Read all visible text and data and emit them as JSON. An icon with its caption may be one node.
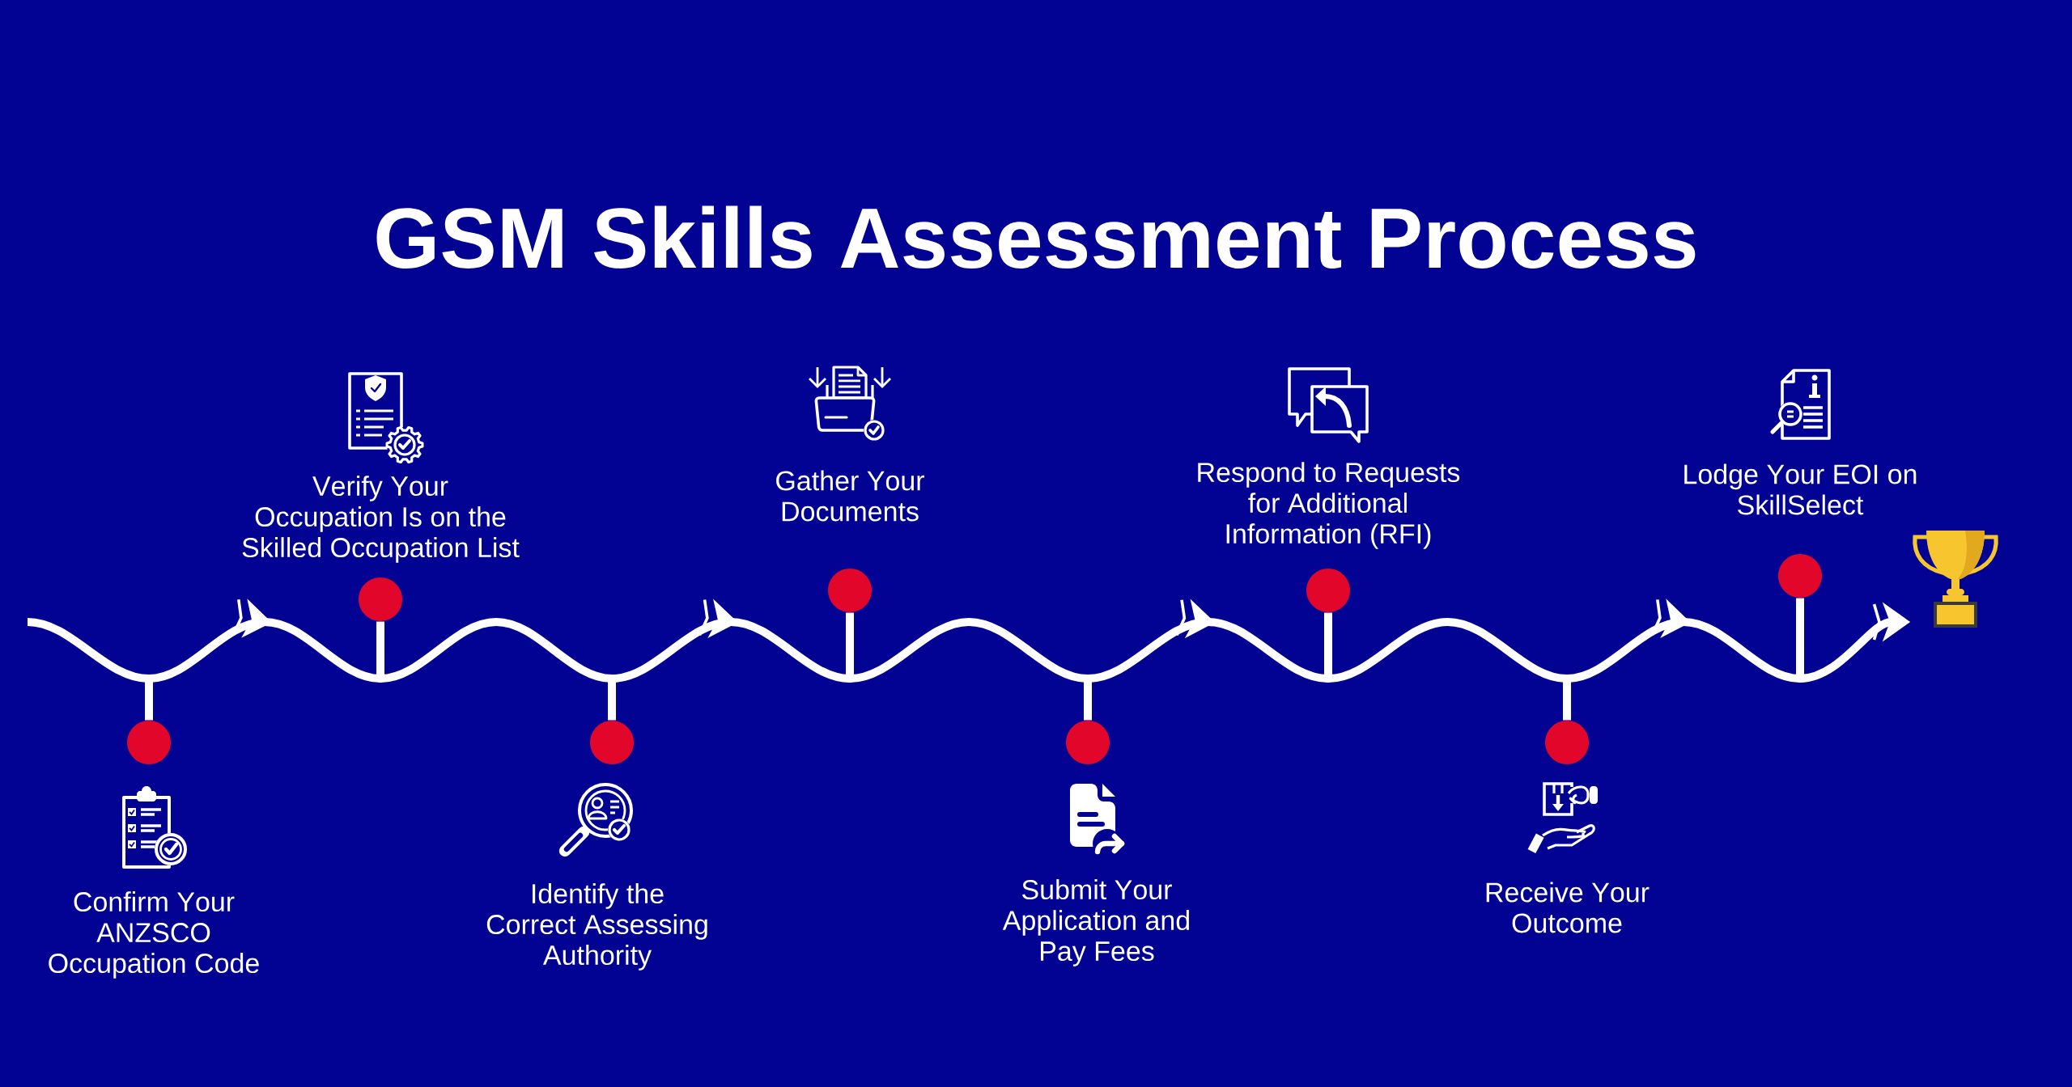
{
  "diagram": {
    "title": "GSM Skills Assessment Process",
    "nodes": [
      {
        "text": [],
        "shape": "circle"
      },
      {
        "text": [],
        "shape": "circle"
      },
      {
        "text": [],
        "shape": "circle"
      },
      {
        "text": [],
        "shape": "circle"
      },
      {
        "text": [],
        "shape": "circle"
      },
      {
        "text": [],
        "shape": "circle"
      },
      {
        "text": [],
        "shape": "circle"
      },
      {
        "text": [],
        "shape": "circle"
      },
      {
        "text": [],
        "shape": "picture"
      }
    ],
    "edges": [
      {
        "from": null,
        "to": 0,
        "arrow": "none"
      },
      {
        "from": 0,
        "to": 1,
        "arrow": "to"
      },
      {
        "from": 1,
        "to": 2,
        "arrow": "none"
      },
      {
        "from": 2,
        "to": 3,
        "arrow": "to"
      },
      {
        "from": 3,
        "to": 4,
        "arrow": "none"
      },
      {
        "from": 4,
        "to": 5,
        "arrow": "to"
      },
      {
        "from": 5,
        "to": 6,
        "arrow": "none"
      },
      {
        "from": 6,
        "to": 7,
        "arrow": "to"
      },
      {
        "from": 7,
        "to": 8,
        "arrow": "to"
      }
    ],
    "labels": [
      "Confirm Your ANZSCO Occupation Code",
      "Verify Your Occupation Is on the Skilled Occupation List",
      "Identify the Correct Assessing Authority",
      "Gather Your Documents",
      "Submit Your Application and Pay Fees",
      "Respond to Requests for Additional Information (RFI)",
      "Receive Your Outcome",
      "Lodge Your EOI on SkillSelect"
    ]
  }
}
